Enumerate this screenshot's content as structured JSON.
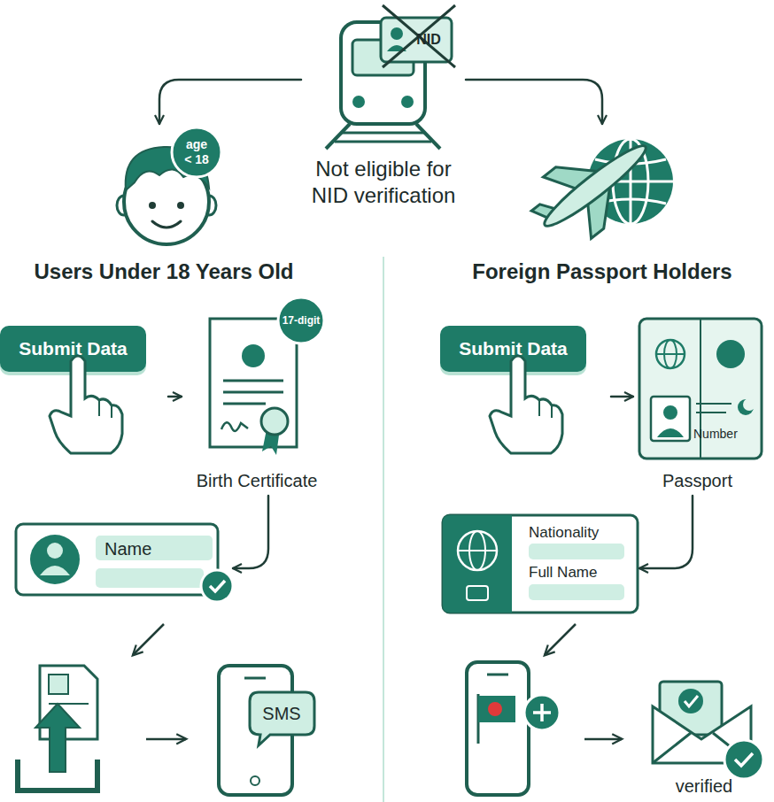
{
  "diagram": {
    "nodes": [
      {
        "text": [
          "Not eligible for NID verification"
        ]
      },
      {
        "text": [
          "Users Under 18 Years Old"
        ]
      },
      {
        "text": [
          "Foreign Passport Holders"
        ]
      },
      {
        "text": [
          "Submit Data"
        ]
      },
      {
        "text": [
          "Birth Certificate"
        ]
      },
      {
        "text": [
          "Name"
        ]
      },
      {
        "text": [
          "SMS"
        ]
      },
      {
        "text": [
          "Submit Data"
        ]
      },
      {
        "text": [
          "Passport"
        ]
      },
      {
        "text": [
          "Nationality",
          "Full Name"
        ]
      },
      {
        "text": [
          "verified"
        ]
      }
    ],
    "edges": [
      {
        "from": 0,
        "to": 1,
        "arrow": "to"
      },
      {
        "from": 0,
        "to": 2,
        "arrow": "to"
      },
      {
        "from": 3,
        "to": 4,
        "arrow": "to"
      },
      {
        "from": 4,
        "to": 5,
        "arrow": "to"
      },
      {
        "from": 7,
        "to": 8,
        "arrow": "to"
      },
      {
        "from": 8,
        "to": 9,
        "arrow": "to"
      }
    ],
    "labels": [
      "NID",
      "age < 18",
      "17-digit",
      "Number"
    ]
  }
}
